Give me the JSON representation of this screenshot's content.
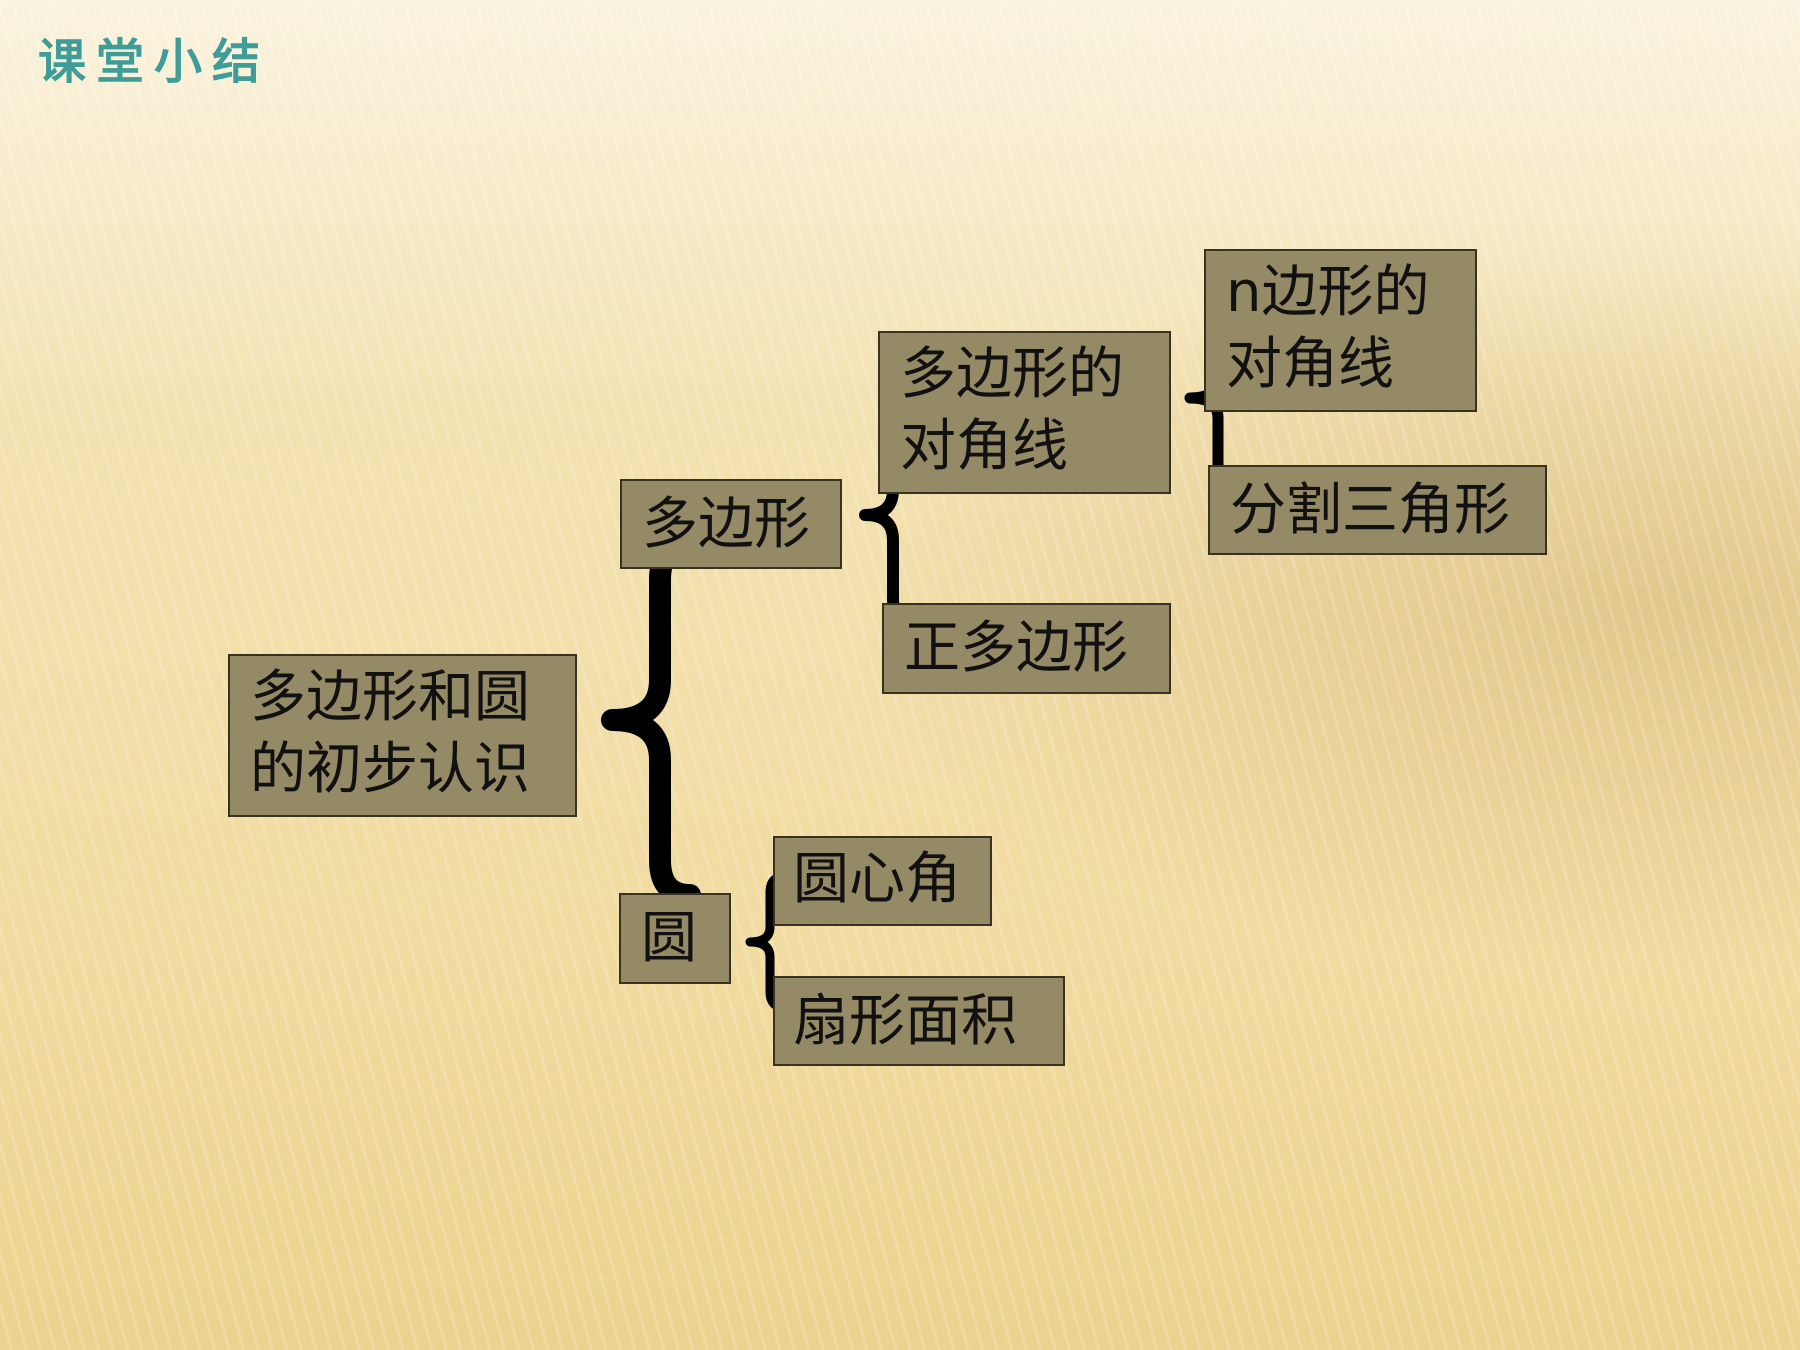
{
  "title": "课堂小结",
  "nodes": {
    "root": "多边形和圆\n的初步认识",
    "polygon": "多边形",
    "circle": "圆",
    "polygon_diagonal": "多边形的\n对角线",
    "regular_polygon": "正多边形",
    "n_gon_diagonal": "n边形的\n对角线",
    "split_triangles": "分割三角形",
    "central_angle": "圆心角",
    "sector_area": "扇形面积"
  },
  "colors": {
    "title": "#3f9c98",
    "node_fill": "#958a66",
    "node_border": "#3a3220",
    "text": "#111111",
    "brace": "#000000"
  }
}
